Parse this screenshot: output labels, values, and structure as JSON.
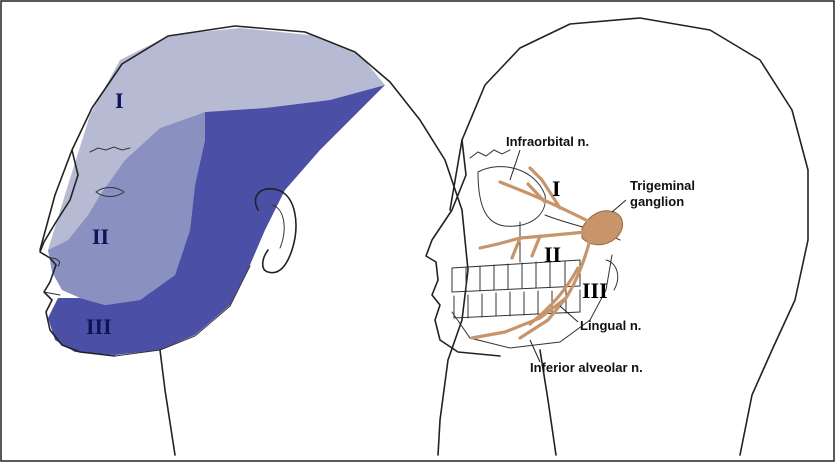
{
  "left_panel": {
    "region_labels": {
      "v1": "I",
      "v2": "II",
      "v3": "III"
    },
    "colors": {
      "v1": "#b6bbd3",
      "v2": "#8a90c0",
      "v3": "#4b4fa6"
    }
  },
  "right_panel": {
    "branch_labels": {
      "v1": "I",
      "v2": "II",
      "v3": "III"
    },
    "annotations": {
      "infraorbital": "Infraorbital n.",
      "trigeminal_line1": "Trigeminal",
      "trigeminal_line2": "ganglion",
      "lingual": "Lingual n.",
      "inferior_alveolar": "Inferior alveolar n."
    },
    "colors": {
      "nerve": "#c8956a"
    }
  }
}
